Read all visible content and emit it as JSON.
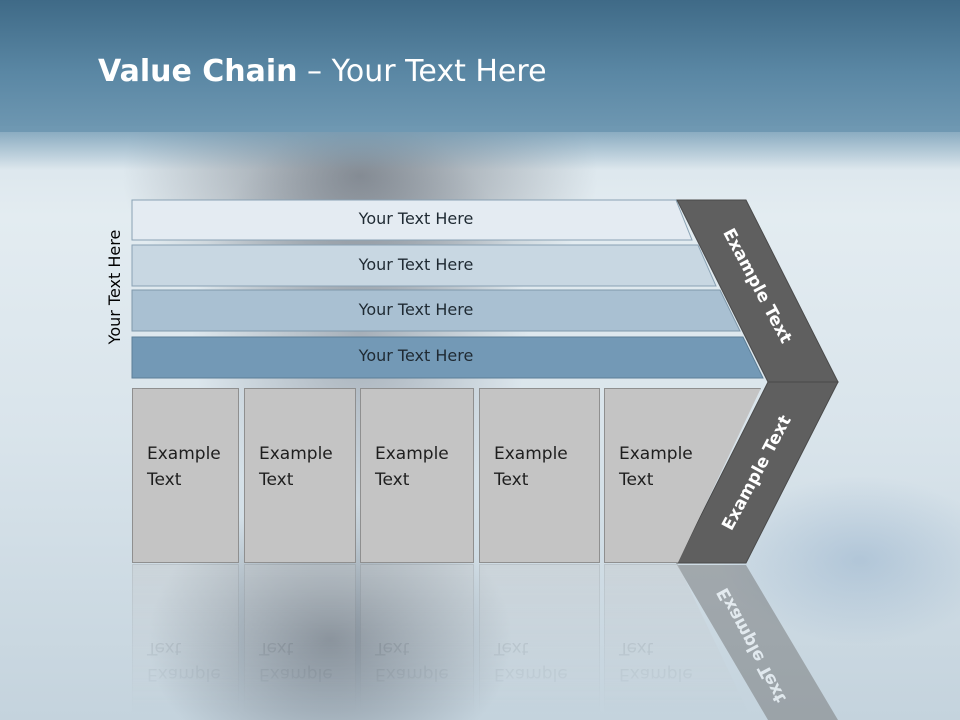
{
  "slide": {
    "title_bold": "Value Chain",
    "title_rest": " – Your Text Here",
    "side_label": "Your Text Here"
  },
  "bands": [
    {
      "label": "Your Text Here",
      "color": "#e4ebf2"
    },
    {
      "label": "Your Text Here",
      "color": "#c8d7e2"
    },
    {
      "label": "Your Text Here",
      "color": "#a9c0d2"
    },
    {
      "label": "Your Text Here",
      "color": "#7399b6"
    }
  ],
  "columns": [
    {
      "label": "Example Text"
    },
    {
      "label": "Example Text"
    },
    {
      "label": "Example Text"
    },
    {
      "label": "Example Text"
    },
    {
      "label": "Example Text"
    }
  ],
  "chevron": {
    "upper_label": "Example Text",
    "lower_label": "Example Text",
    "color": "#5f5f5f"
  },
  "colors": {
    "header": "#5a87a4",
    "column_fill": "#c4c4c4",
    "column_border": "#8f8f8f"
  }
}
